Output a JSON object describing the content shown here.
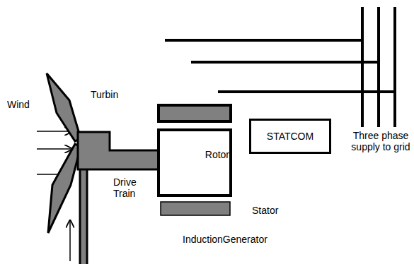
{
  "diagram": {
    "nodes": [
      {
        "text": [
          "Rotor"
        ]
      },
      {
        "text": [
          "STATCOM"
        ]
      }
    ],
    "labels": [
      "Wind",
      "Turbin",
      "Drive Train",
      "Stator",
      "InductionGenerator",
      "Three phase supply to grid"
    ]
  }
}
